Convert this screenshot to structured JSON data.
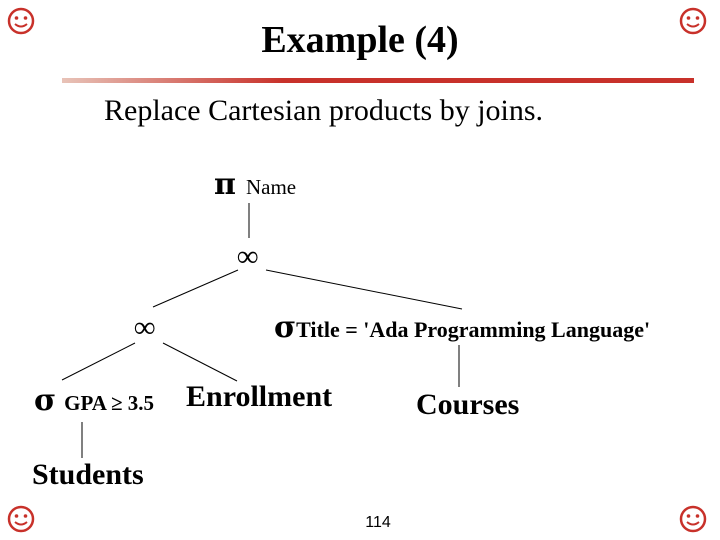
{
  "slide": {
    "title": "Example (4)",
    "subtitle": "Replace Cartesian products by joins.",
    "page_number": "114"
  },
  "tree": {
    "projection": {
      "symbol": "π",
      "label": "Name"
    },
    "join_top": {
      "symbol": "∞"
    },
    "join_left": {
      "symbol": "∞"
    },
    "select_title": {
      "symbol": "σ",
      "label": "Title = 'Ada Programming Language'"
    },
    "select_gpa": {
      "symbol": "σ",
      "label": "GPA ≥ 3.5"
    },
    "enrollment": {
      "label": "Enrollment"
    },
    "courses": {
      "label": "Courses"
    },
    "students": {
      "label": "Students"
    }
  },
  "colors": {
    "accent": "#c8312a",
    "corner_icon": "#c8312a",
    "text": "#000000"
  },
  "icons": {
    "corners": "smiley-icon"
  }
}
